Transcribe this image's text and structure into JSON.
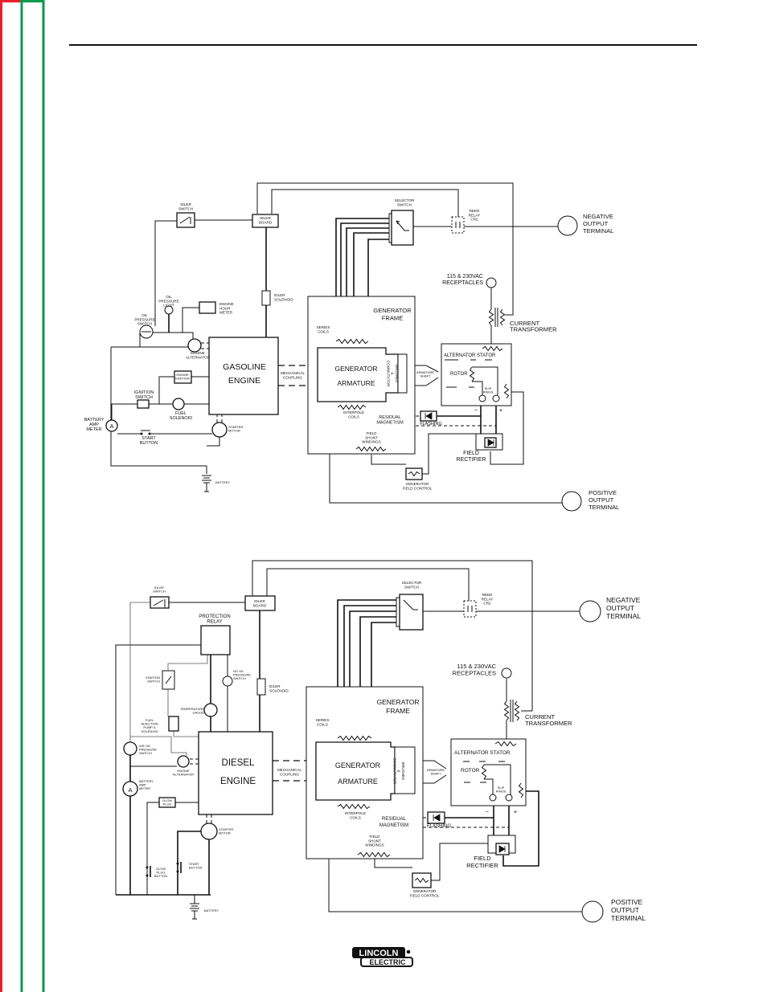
{
  "page": {
    "border_colors": {
      "outer": "#e8202a",
      "inner": "#0a9a4a"
    }
  },
  "g": {
    "idler_switch": [
      "IDLER",
      "SWITCH"
    ],
    "idler_board": [
      "IDLER",
      "BOARD"
    ],
    "selector_switch": [
      "SELECTOR",
      "SWITCH"
    ],
    "reed_relay": [
      "REED",
      "RELAY",
      "CR2"
    ],
    "negative_terminal": [
      "NEGATIVE",
      "OUTPUT",
      "TERMINAL"
    ],
    "receptacles": [
      "115 & 230VAC",
      "RECEPTACLES"
    ],
    "current_transformer": [
      "CURRENT",
      "TRANSFORMER"
    ],
    "idler_solenoid": [
      "IDLER",
      "SOLENOID"
    ],
    "generator_frame": [
      "GENERATOR",
      "FRAME"
    ],
    "series_coils": [
      "SERIES",
      "COILS"
    ],
    "oil_pressure_light": [
      "OIL",
      "PRESSURE",
      "LIGHT"
    ],
    "engine_hour_meter": [
      "ENGINE",
      "HOUR",
      "METER"
    ],
    "oil_pressure_switch": [
      "OIL",
      "PRESSURE",
      "SWITCH"
    ],
    "engine_alternator": [
      "ENGINE",
      "ALTERNATOR"
    ],
    "engine": [
      "GASOLINE",
      "ENGINE"
    ],
    "mechanical_coupling": [
      "MECHANICAL",
      "COUPLING"
    ],
    "armature": [
      "GENERATOR",
      "ARMATURE"
    ],
    "brushes": [
      "BRUSHES",
      "&",
      "COMMUTATOR"
    ],
    "alternator_stator": [
      "ALTERNATOR  STATOR"
    ],
    "rotor": [
      "ROTOR"
    ],
    "armature_shaft": [
      "ARMATURE",
      "SHAFT"
    ],
    "slip_rings": [
      "SLIP",
      "RINGS"
    ],
    "engine_ignition": [
      "ENGINE",
      "IGNITION"
    ],
    "ignition_switch": [
      "IGNITION",
      "SWITCH"
    ],
    "fuel_solenoid": [
      "FUEL",
      "SOLENOID"
    ],
    "battery_amp_meter": [
      "BATTERY",
      "AMP",
      "METER"
    ],
    "amp_symbol": "A",
    "start_button": [
      "START",
      "BUTTON"
    ],
    "starter_motor": [
      "STARTER",
      "MOTOR"
    ],
    "battery": [
      "BATTERY"
    ],
    "interpole_coils": [
      "INTERPOLE",
      "COILS"
    ],
    "residual_magnetism": [
      "RESIDUAL",
      "MAGNETISM"
    ],
    "flashing": [
      "FLASHING"
    ],
    "minus": "−",
    "plus": "+",
    "field_shunt": [
      "FIELD",
      "SHUNT",
      "WINDINGS"
    ],
    "field_rectifier": [
      "FIELD",
      "RECTIFIER"
    ],
    "field_control": [
      "GENERATOR",
      "FIELD CONTROL"
    ],
    "positive_terminal": [
      "POSITIVE",
      "OUTPUT",
      "TERMINAL"
    ]
  },
  "d": {
    "idler_switch": [
      "IDLER",
      "SWITCH"
    ],
    "idler_board": [
      "IDLER",
      "BOARD"
    ],
    "protection_relay": [
      "PROTECTION",
      "RELAY"
    ],
    "ignition_switch": [
      "IGNITION",
      "SWITCH"
    ],
    "no_oil_pressure_switch": [
      "NO   OIL",
      "PRESSURE",
      "SWITCH"
    ],
    "idler_solenoid": [
      "IDLER",
      "SOLENOID"
    ],
    "temperature_gauge": [
      "TEMPERATURE",
      "GAUGE"
    ],
    "fuel_injection": [
      "FUEL",
      "INJECTION",
      "PUMP &",
      "SOLENOID"
    ],
    "air_oil_pressure_switch": [
      "AIR  OIL",
      "PRESSURE",
      "SWITCH"
    ],
    "engine_alternator": [
      "ENGINE",
      "ALTERNATOR"
    ],
    "battery_amp_meter": [
      "BATTERY",
      "AMP",
      "METER"
    ],
    "amp_symbol": "A",
    "glow_plug": [
      "GLOW",
      "PLUG"
    ],
    "starter_motor": [
      "STARTER",
      "MOTOR"
    ],
    "glow_plug_button": [
      "GLOW",
      "PLUG",
      "BUTTON"
    ],
    "start_button": [
      "START",
      "BUTTON"
    ],
    "battery": [
      "BATTERY"
    ],
    "engine": [
      "DIESEL",
      "ENGINE"
    ],
    "mechanical_coupling": [
      "MECHANICAL",
      "COUPLING"
    ],
    "selector_switch": [
      "SELECTOR",
      "SWITCH"
    ],
    "reed_relay": [
      "REED",
      "RELAY",
      "CR2"
    ],
    "negative_terminal": [
      "NEGATIVE",
      "OUTPUT",
      "TERMINAL"
    ],
    "receptacles": [
      "115 & 230VAC",
      "RECEPTACLES"
    ],
    "current_transformer": [
      "CURRENT",
      "TRANSFORMER"
    ],
    "generator_frame": [
      "GENERATOR",
      "FRAME"
    ],
    "series_coils": [
      "SERIES",
      "COILS"
    ],
    "armature": [
      "GENERATOR",
      "ARMATURE"
    ],
    "brushes": [
      "BRUSHES",
      "&",
      "COMMUTATOR"
    ],
    "alternator_stator": [
      "ALTERNATOR  STATOR"
    ],
    "rotor": [
      "ROTOR"
    ],
    "armature_shaft": [
      "ARMATURE",
      "SHAFT"
    ],
    "slip_rings": [
      "SLIP",
      "RINGS"
    ],
    "interpole_coils": [
      "INTERPOLE",
      "COILS"
    ],
    "residual_magnetism": [
      "RESIDUAL",
      "MAGNETISM"
    ],
    "flashing": [
      "FLASHING"
    ],
    "minus": "−",
    "plus": "+",
    "field_shunt": [
      "FIELD",
      "SHUNT",
      "WINDINGS"
    ],
    "field_rectifier": [
      "FIELD",
      "RECTIFIER"
    ],
    "field_control": [
      "GENERATOR",
      "FIELD CONTROL"
    ],
    "positive_terminal": [
      "POSITIVE",
      "OUTPUT",
      "TERMINAL"
    ]
  },
  "logo": {
    "line1": "LINCOLN",
    "line2": "ELECTRIC"
  }
}
